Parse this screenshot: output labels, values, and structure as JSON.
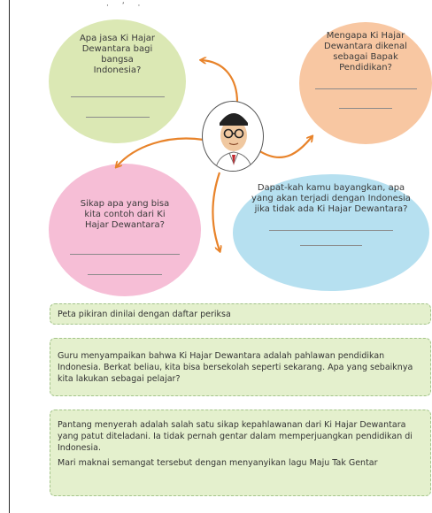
{
  "top_marks": "· ʼ ·",
  "bubbles": [
    {
      "id": "jasa",
      "question": "Apa jasa Ki Hajar Dewantara bagi bangsa Indonesia?",
      "color": "#dbe8b4"
    },
    {
      "id": "bapak",
      "question": "Mengapa Ki Hajar Dewantara dikenal sebagai Bapak Pendidikan?",
      "color": "#f8c7a2"
    },
    {
      "id": "sikap",
      "question": "Sikap apa yang bisa kita contoh dari Ki Hajar Dewantara?",
      "color": "#f6bed6"
    },
    {
      "id": "bayang",
      "question": "Dapat-kah kamu bayangkan, apa yang akan terjadi dengan Indonesia jika tidak ada Ki Hajar Dewantara?",
      "color": "#b6e0f0"
    }
  ],
  "portrait": {
    "icon": "ki-hajar-dewantara-portrait"
  },
  "arrow_color": "#e8832a",
  "boxes": {
    "peta": "Peta pikiran dinilai dengan daftar periksa",
    "guru": "Guru menyampaikan bahwa Ki Hajar Dewantara adalah pahlawan pendidikan Indonesia. Berkat beliau, kita bisa bersekolah seperti sekarang. Apa yang sebaiknya kita lakukan sebagai pelajar?",
    "pantang": "Pantang menyerah adalah salah satu sikap kepahlawanan dari Ki Hajar Dewantara yang patut diteladani. Ia tidak pernah gentar dalam memperjuangkan pendidikan di Indonesia.",
    "mari": "Mari maknai semangat tersebut dengan menyanyikan lagu Maju Tak Gentar"
  }
}
